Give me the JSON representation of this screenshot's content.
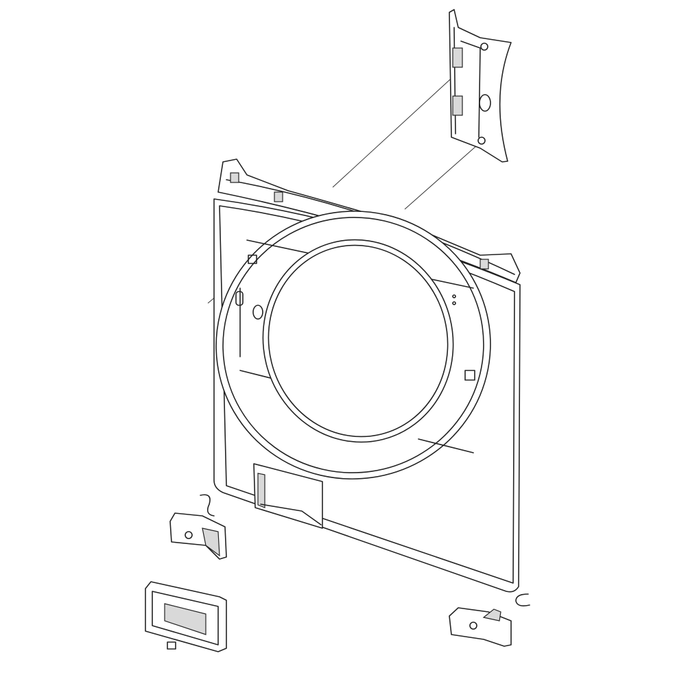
{
  "diagram": {
    "type": "exploded-parts-drawing",
    "colors": {
      "line": "#222222",
      "background": "#ffffff",
      "shade": "#d9d9d9"
    },
    "parts": [
      {
        "id": "control-panel-bracket"
      },
      {
        "id": "top-console-trim"
      },
      {
        "id": "front-panel"
      },
      {
        "id": "door-ring"
      },
      {
        "id": "door-window-opening"
      },
      {
        "id": "dispenser-opening"
      },
      {
        "id": "left-hinge-spring"
      },
      {
        "id": "left-latch-block"
      },
      {
        "id": "drawer-housing"
      },
      {
        "id": "small-clip"
      },
      {
        "id": "right-hinge-spring"
      },
      {
        "id": "right-latch-block"
      }
    ]
  }
}
